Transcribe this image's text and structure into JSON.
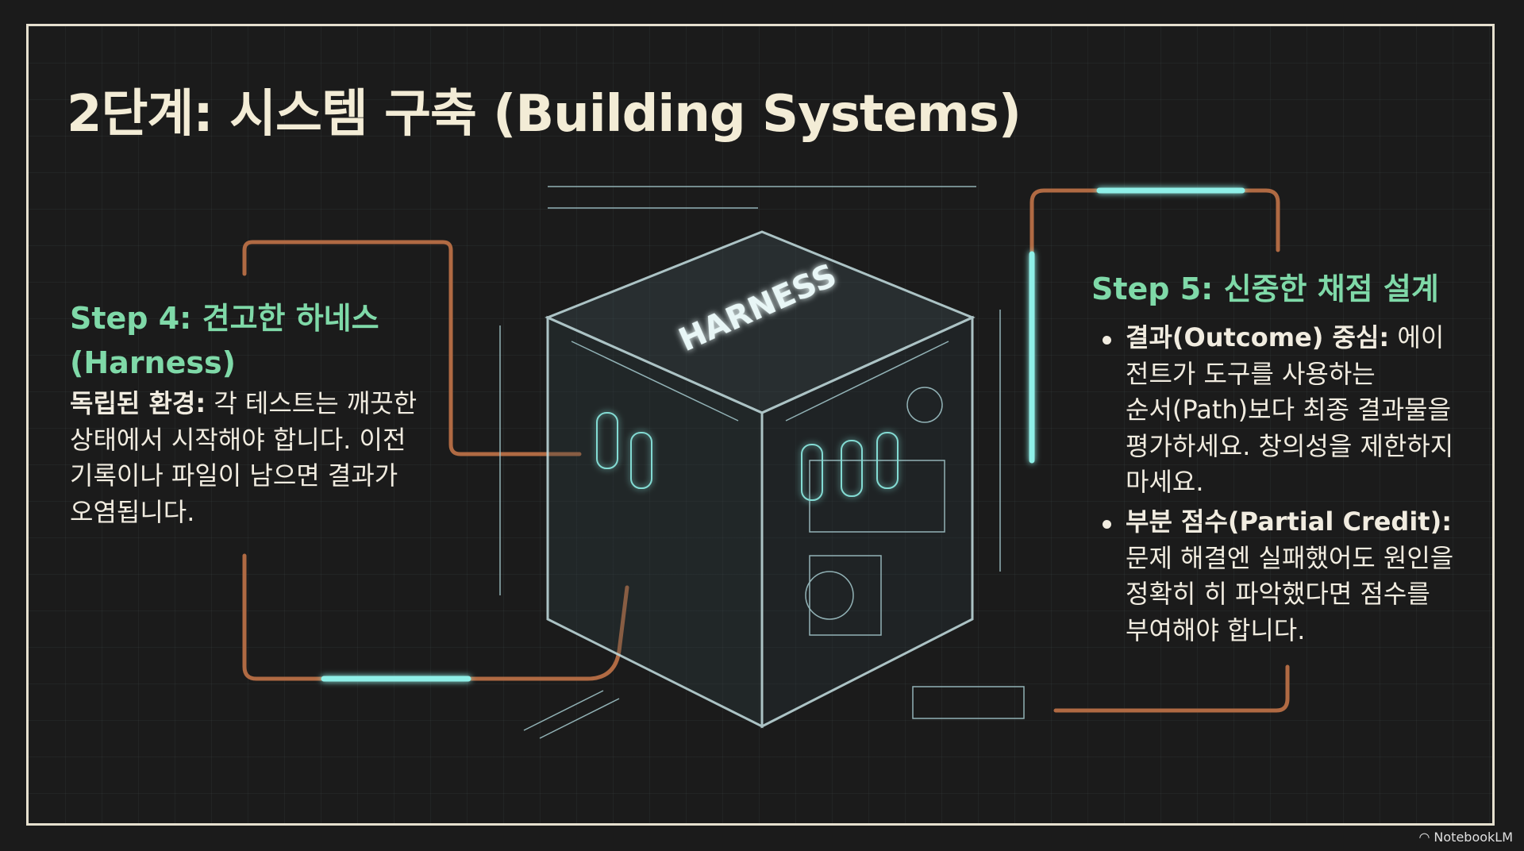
{
  "title": "2단계: 시스템 구축 (Building Systems)",
  "illustration": {
    "cube_label": "HARNESS"
  },
  "step4": {
    "heading_lines": [
      "Step 4: 견고한 하네스",
      "(Harness)"
    ],
    "bold": "독립된 환경:",
    "lines": [
      " 각 테스트는 깨끗한",
      "상태에서 시작해야 합니다. 이전",
      "기록이나 파일이 남으면 결과가",
      "오염됩니다."
    ]
  },
  "step5": {
    "heading": "Step 5: 신중한 채점 설계",
    "bullets": [
      {
        "bold": "결과(Outcome) 중심:",
        "lines": [
          " 에이",
          "전트가 도구를 사용하는",
          "순서(Path)보다 최종 결과물을",
          "평가하세요. 창의성을 제한하지",
          "마세요."
        ]
      },
      {
        "bold": "부분 점수(Partial Credit):",
        "lines": [
          "",
          "문제 해결엔 실패했어도 원인을",
          "정확히 히 파악했다면 점수를",
          "부여해야 합니다."
        ]
      }
    ]
  },
  "brand": "NotebookLM",
  "colors": {
    "accent_green": "#7fd9a8",
    "background": "#1b1b1b",
    "copper_pipe": "#b06a43",
    "glow": "#8ff0e8"
  }
}
